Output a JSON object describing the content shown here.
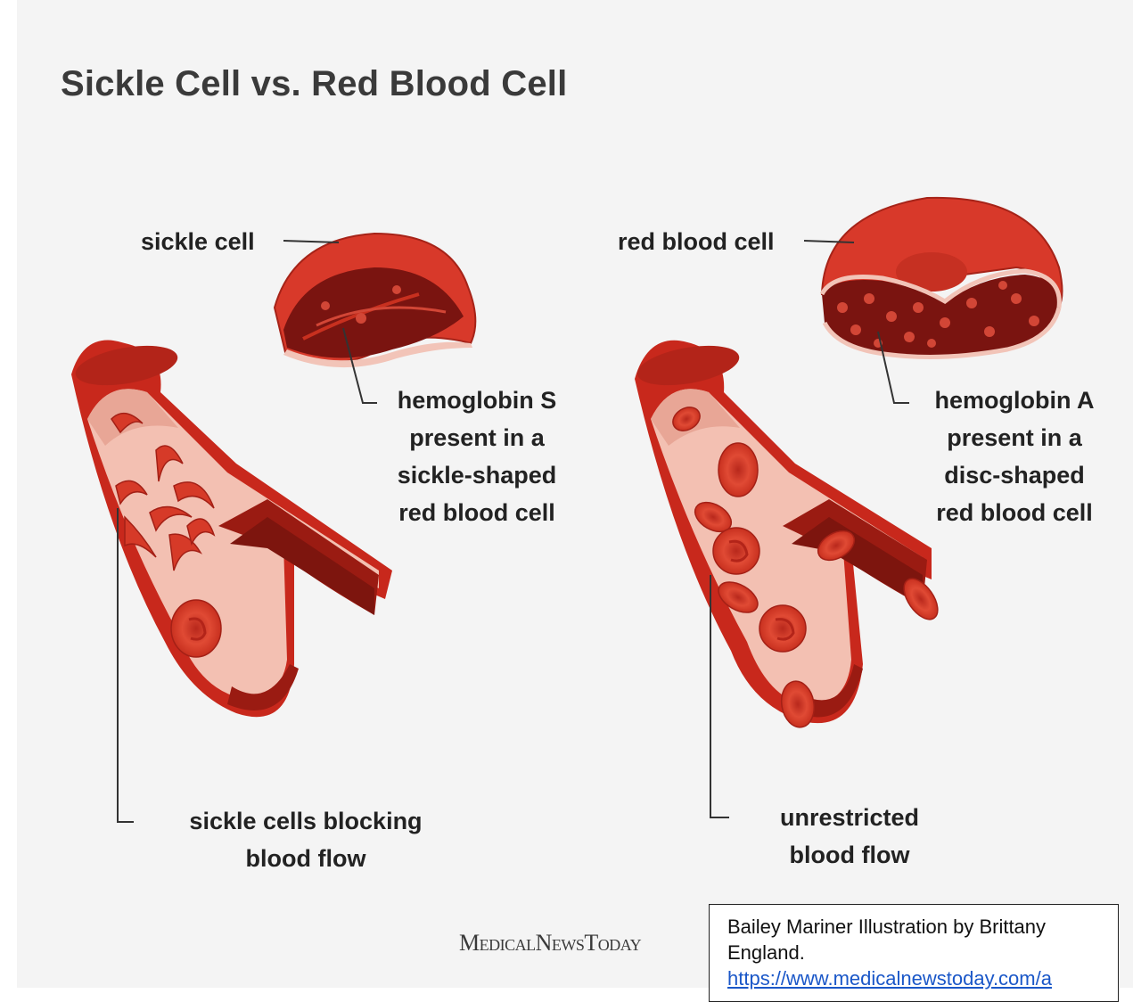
{
  "title": "Sickle Cell vs. Red Blood Cell",
  "labels": {
    "sickle_cell": "sickle cell",
    "red_blood_cell": "red blood cell",
    "hemoglobin_s": [
      "hemoglobin S",
      "present in a",
      "sickle-shaped",
      "red blood cell"
    ],
    "hemoglobin_a": [
      "hemoglobin A",
      "present in a",
      "disc-shaped",
      "red blood cell"
    ],
    "blocking": [
      "sickle cells blocking",
      "blood flow"
    ],
    "unrestricted": [
      "unrestricted",
      "blood flow"
    ]
  },
  "logo": "MedicalNewsToday",
  "credit": {
    "text": "Bailey Mariner Illustration by Brittany England.",
    "link": "https://www.medicalnewstoday.com/a"
  },
  "colors": {
    "background": "#f4f4f4",
    "vessel_red": "#c8281c",
    "vessel_dark": "#9a1b12",
    "vessel_inner": "#f2b8ac",
    "cell_red": "#d63a28"
  }
}
